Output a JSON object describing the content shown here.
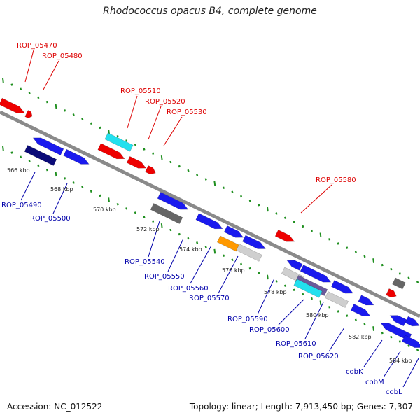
{
  "title": "Rhodococcus opacus B4, complete genome",
  "footer": {
    "accession": "Accession: NC_012522",
    "info": "Topology: linear; Length: 7,913,450 bp; Genes: 7,307"
  },
  "colors": {
    "backbone": "#8a8a8a",
    "tick": "#1f8f1f",
    "forward_label": "#dd0000",
    "reverse_label": "#0000aa",
    "red": "#ee0000",
    "blue": "#1a1aee",
    "navy": "#0a0a78",
    "cyan": "#22e0ee",
    "gray": "#666666",
    "lightgray": "#cfcfcf",
    "orange": "#ff9900",
    "purple": "#6a5a9a"
  },
  "scale": {
    "kbp_labels": [
      "566 kbp",
      "568 kbp",
      "570 kbp",
      "572 kbp",
      "574 kbp",
      "576 kbp",
      "578 kbp",
      "580 kbp",
      "582 kbp",
      "584 kbp"
    ]
  },
  "forward_labels": [
    "ROP_05470",
    "ROP_05480",
    "ROP_05510",
    "ROP_05520",
    "ROP_05530",
    "ROP_05580"
  ],
  "reverse_labels": [
    "ROP_05490",
    "ROP_05500",
    "ROP_05540",
    "ROP_05550",
    "ROP_05560",
    "ROP_05570",
    "ROP_05590",
    "ROP_05600",
    "ROP_05610",
    "ROP_05620",
    "cobK",
    "cobM",
    "cobL"
  ]
}
